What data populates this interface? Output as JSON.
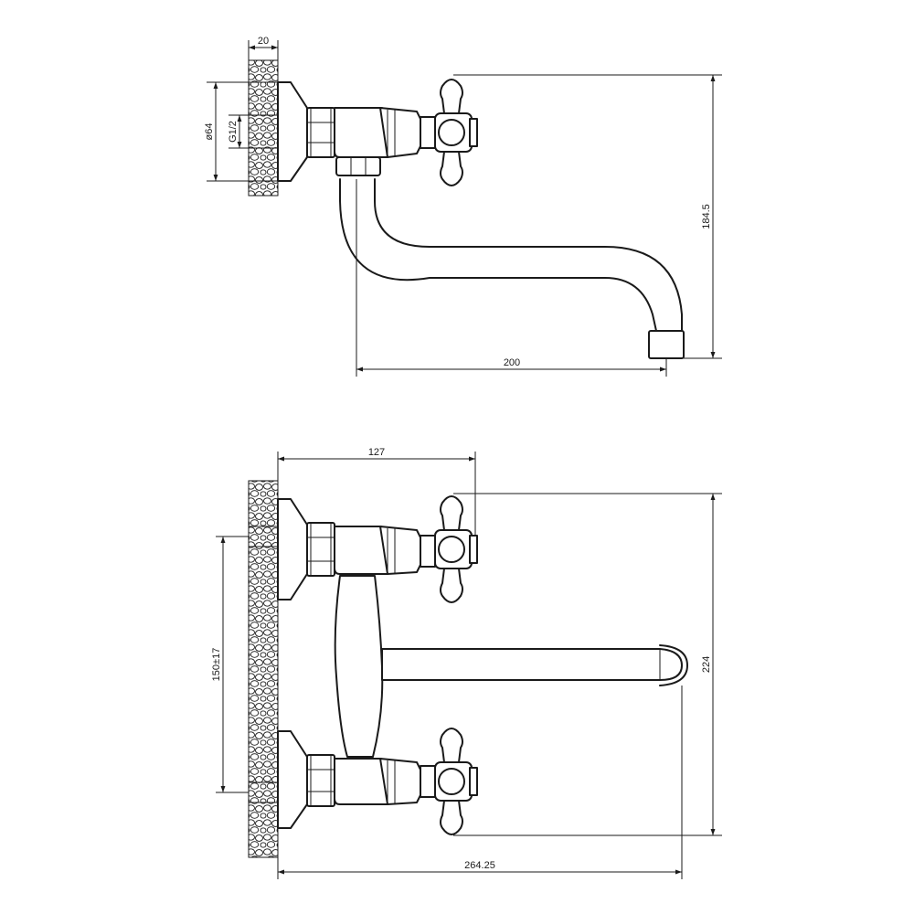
{
  "drawing": {
    "side_view": {
      "dim_wall_thickness": "20",
      "dim_flange_diameter": "ø64",
      "dim_thread": "G1/2",
      "dim_height": "184.5",
      "dim_spout_reach": "200"
    },
    "top_view": {
      "dim_body_depth": "127",
      "dim_center_distance": "150±17",
      "dim_height": "224",
      "dim_overall_length": "264.25"
    }
  }
}
